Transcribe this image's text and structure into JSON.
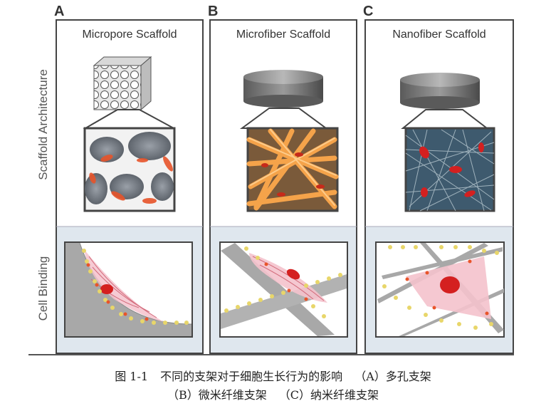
{
  "panels": [
    {
      "letter": "A",
      "title": "Micropore Scaffold"
    },
    {
      "letter": "B",
      "title": "Microfiber Scaffold"
    },
    {
      "letter": "C",
      "title": "Nanofiber Scaffold"
    }
  ],
  "row_labels": {
    "architecture": "Scaffold Architecture",
    "binding": "Cell Binding"
  },
  "caption": {
    "line1_prefix": "图 1-1",
    "line1_text": "不同的支架对于细胞生长行为的影响",
    "line1_a": "（A）多孔支架",
    "line2_b": "（B）微米纤维支架",
    "line2_c": "（C）纳米纤维支架"
  },
  "colors": {
    "frame": "#444444",
    "binding_bg": "#dfe7ee",
    "fiber_orange": "#f08a2a",
    "cell_red": "#d42020",
    "cell_pink": "#f4c2cc",
    "ligand_yellow": "#e8d66a",
    "receptor_purple": "#8a5aa0",
    "gray_scaffold": "#9a9a9a"
  }
}
